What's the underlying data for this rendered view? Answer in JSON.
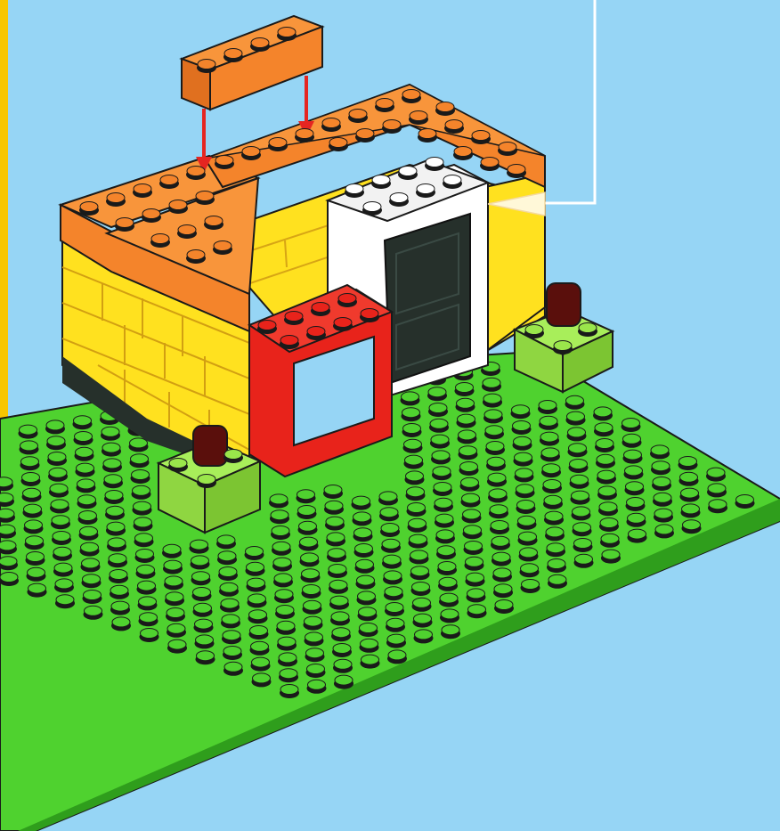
{
  "scene": {
    "background_color": "#96d5f5",
    "edge_strip_color": "#f7c600",
    "callout_line_color": "#ffffff",
    "arrow_color": "#e52521",
    "outline_color": "#1a1a1a"
  },
  "parts": {
    "baseplate": {
      "color": "#4fd22f",
      "shade": "#2f9e1c",
      "studs_visible": true
    },
    "wall_bricks_lower": {
      "color": "#ffe11f",
      "shade": "#f2b51c"
    },
    "wall_bricks_top": {
      "color": "#f4842b",
      "shade": "#d8621a"
    },
    "loose_brick": {
      "color": "#f4842b",
      "size": "1x4"
    },
    "door_frame": {
      "color": "#ffffff"
    },
    "door": {
      "color": "#26302b"
    },
    "window_frame": {
      "color": "#e8231b"
    },
    "plant_base_left": {
      "color": "#9ae64b"
    },
    "plant_base_right": {
      "color": "#9ae64b"
    },
    "flower_pot": {
      "color": "#5a0f0c"
    }
  },
  "instructions": {
    "down_arrows": 2,
    "callout_arrows": 1
  }
}
